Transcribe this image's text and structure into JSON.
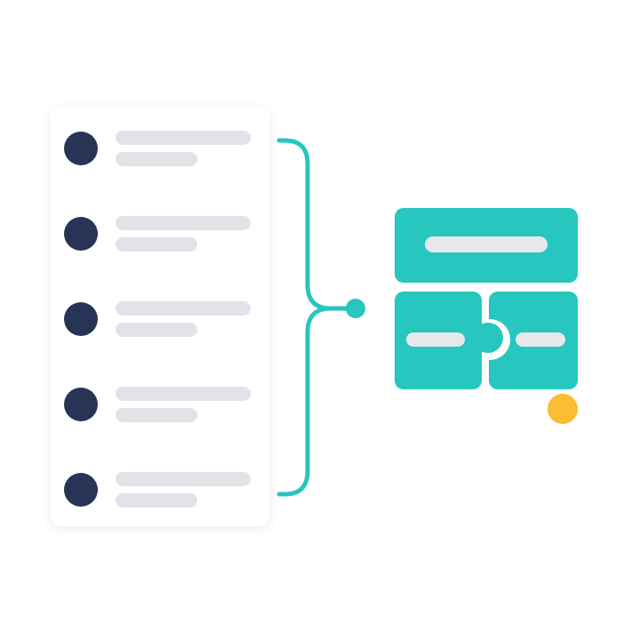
{
  "list": {
    "items": [
      {
        "avatar": "avatar-circle"
      },
      {
        "avatar": "avatar-circle"
      },
      {
        "avatar": "avatar-circle"
      },
      {
        "avatar": "avatar-circle"
      },
      {
        "avatar": "avatar-circle"
      }
    ]
  },
  "connector": {
    "icon": "merge-bracket-icon"
  },
  "puzzle": {
    "icon": "puzzle-blocks-icon"
  },
  "colors": {
    "avatar": "#283456",
    "teal": "#27c6bf",
    "placeholder": "#e1e3e8",
    "status": "#fbbd31"
  }
}
